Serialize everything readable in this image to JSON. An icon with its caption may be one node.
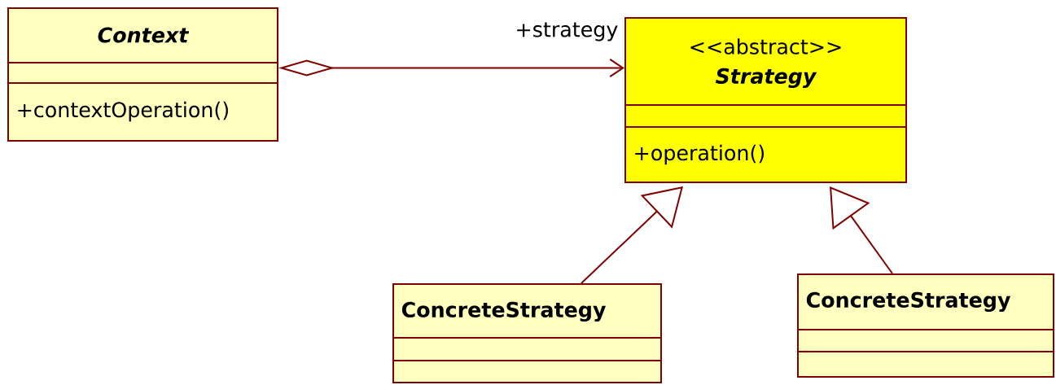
{
  "diagram": {
    "nodes": [
      {
        "text": [
          "Context",
          "+contextOperation()"
        ]
      },
      {
        "text": [
          "<<abstract>>",
          "Strategy",
          "+operation()"
        ]
      },
      {
        "text": [
          "ConcreteStrategy"
        ]
      },
      {
        "text": [
          "ConcreteStrategy"
        ]
      }
    ],
    "edges": [
      {
        "from": 0,
        "to": 1,
        "arrow": "to",
        "label": "+strategy"
      },
      {
        "from": 2,
        "to": 1,
        "arrow": "to"
      },
      {
        "from": 3,
        "to": 1,
        "arrow": "to"
      }
    ]
  }
}
